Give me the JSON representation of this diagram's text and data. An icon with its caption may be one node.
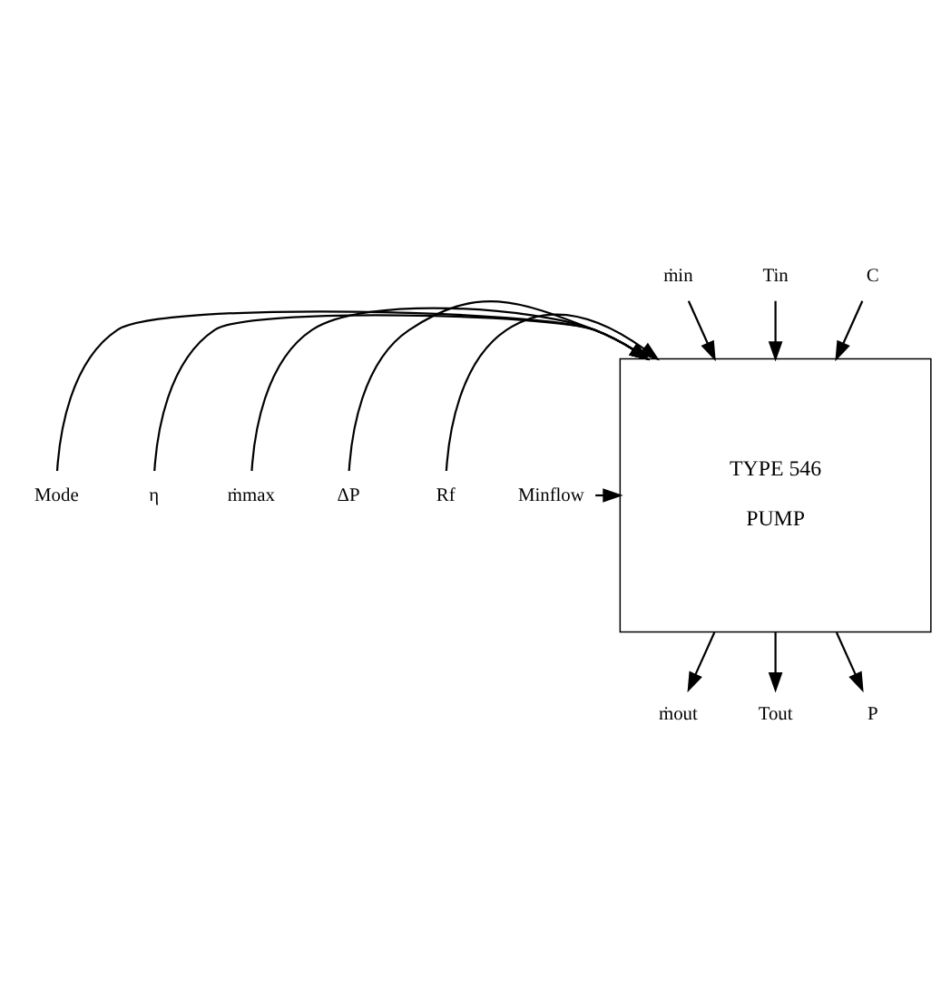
{
  "diagram": {
    "nodes": [
      {
        "text": [
          "TYPE 546",
          "PUMP"
        ]
      },
      {
        "text": [
          "ṁin"
        ]
      },
      {
        "text": [
          "Tin"
        ]
      },
      {
        "text": [
          "C"
        ]
      },
      {
        "text": [
          "Mode"
        ]
      },
      {
        "text": [
          "η"
        ]
      },
      {
        "text": [
          "ṁmax"
        ]
      },
      {
        "text": [
          "ΔP"
        ]
      },
      {
        "text": [
          "Rf"
        ]
      },
      {
        "text": [
          "Minflow"
        ]
      },
      {
        "text": [
          "ṁout"
        ]
      },
      {
        "text": [
          "Tout"
        ]
      },
      {
        "text": [
          "P"
        ]
      }
    ],
    "edges": [
      {
        "from": 1,
        "to": 0,
        "arrow": "to"
      },
      {
        "from": 2,
        "to": 0,
        "arrow": "to"
      },
      {
        "from": 3,
        "to": 0,
        "arrow": "to"
      },
      {
        "from": 4,
        "to": 0,
        "arrow": "to"
      },
      {
        "from": 5,
        "to": 0,
        "arrow": "to"
      },
      {
        "from": 6,
        "to": 0,
        "arrow": "to"
      },
      {
        "from": 7,
        "to": 0,
        "arrow": "to"
      },
      {
        "from": 8,
        "to": 0,
        "arrow": "to"
      },
      {
        "from": 9,
        "to": 0,
        "arrow": "to"
      },
      {
        "from": 0,
        "to": 10,
        "arrow": "to"
      },
      {
        "from": 0,
        "to": 11,
        "arrow": "to"
      },
      {
        "from": 0,
        "to": 12,
        "arrow": "to"
      }
    ]
  }
}
